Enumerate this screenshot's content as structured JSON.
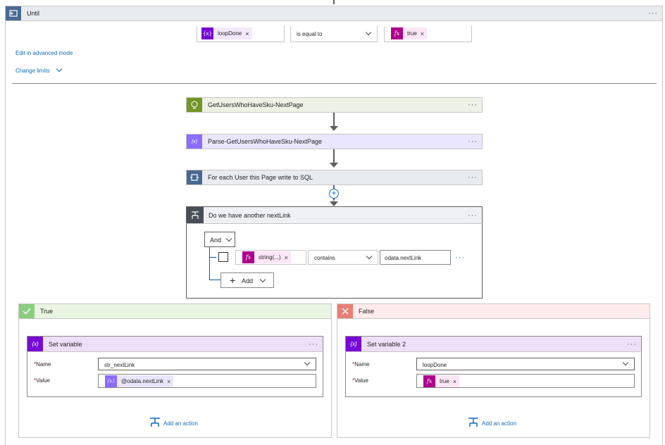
{
  "until": {
    "title": "Until",
    "left_token": "loopDone",
    "operator": "is equal to",
    "right_token": "true",
    "advanced_link": "Edit in advanced mode",
    "limits_link": "Change limits"
  },
  "actions": [
    {
      "title": "GetUsersWhoHaveSku-NextPage",
      "icon": "http-globe-icon",
      "color": "#709727"
    },
    {
      "title": "Parse-GetUsersWhoHaveSku-NextPage",
      "icon": "variable-icon",
      "color": "#8c6cff"
    },
    {
      "title": "For each User this Page write to SQL",
      "icon": "loop-icon",
      "color": "#486991"
    }
  ],
  "condition": {
    "title": "Do we have another nextLink",
    "group_operator": "And",
    "row": {
      "left_token": "string(...)",
      "operator": "contains",
      "right_value": "odata.nextLink"
    },
    "add_label": "Add"
  },
  "branches": {
    "true": {
      "header": "True",
      "action_title": "Set variable",
      "name_label": "Name",
      "name_value": "str_nextLink",
      "value_label": "Value",
      "value_token": "@odata.nextLink",
      "add_action": "Add an action"
    },
    "false": {
      "header": "False",
      "action_title": "Set variable 2",
      "name_label": "Name",
      "name_value": "loopDone",
      "value_label": "Value",
      "value_token": "true",
      "add_action": "Add an action"
    }
  },
  "common": {
    "ellipsis": "···",
    "required_marker": "*",
    "remove_glyph": "×",
    "expr_glyph": "fx",
    "var_glyph": "{x}"
  },
  "colors": {
    "until_header": "#e8ebf0",
    "loop_blue": "#486991",
    "http_green": "#709727",
    "variable_purple": "#770bd6",
    "expression_magenta": "#ad008c",
    "true_green": "#7fba00",
    "false_red": "#e87f76",
    "link_blue": "#0f6cbd"
  }
}
